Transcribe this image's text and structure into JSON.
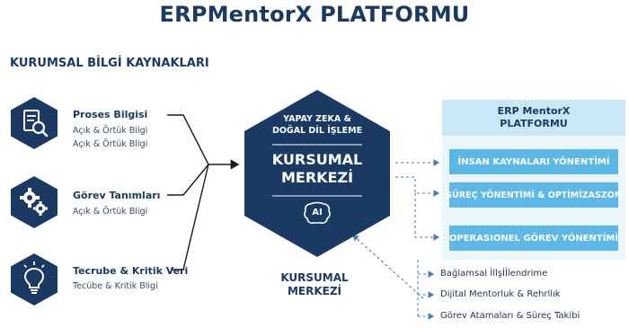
{
  "title": "ERPMentorX PLATFORMU",
  "sources": {
    "heading": "KURUMSAL BİLGİ KAYNAKLARI",
    "items": [
      {
        "icon": "document-search-icon",
        "label": "Proses Bilgisi",
        "lines": [
          "Açık & Örtük Bilgi",
          "Açık & Örtük Bligi"
        ]
      },
      {
        "icon": "gears-icon",
        "label": "Görev Tanımları",
        "lines": [
          "Açık & Örtük Bligi"
        ]
      },
      {
        "icon": "lightbulb-icon",
        "label": "Tecrube & Kritik Veri",
        "lines": [
          "Tecübe & Kritik Bligi"
        ]
      }
    ]
  },
  "center": {
    "top_line1": "YAPAY ZEKA &",
    "top_line2": "DOĞAL DİL İŞLEME",
    "main_line1": "KURSUMAL",
    "main_line2": "MERKEZİ",
    "icon": "ai-head-icon",
    "icon_text": "AI"
  },
  "platform": {
    "heading_line1": "ERP MentorX",
    "heading_line2": "PLATFORMU",
    "modules": [
      "İNSAN KAYNALARI YÖNENTİMİ",
      "SÜREÇ YÖNENTİMİ & OPTİMİZASZON",
      "OPERASIONEL GÖREV YÖNENTİMİ"
    ]
  },
  "bottom_label": {
    "line1": "KURSUMAL",
    "line2": "MERKEZİ"
  },
  "outputs": [
    "Bağlamsal İllşİİlendrime",
    "Dijital Mentorluk & Rehrllık",
    "Görev Atamaları & Süreç Takibi"
  ],
  "colors": {
    "navy": "#1b3a63",
    "accent_blue": "#5cb8e6",
    "panel_bg": "#eaf5fc",
    "panel_head": "#c9e8f7"
  }
}
